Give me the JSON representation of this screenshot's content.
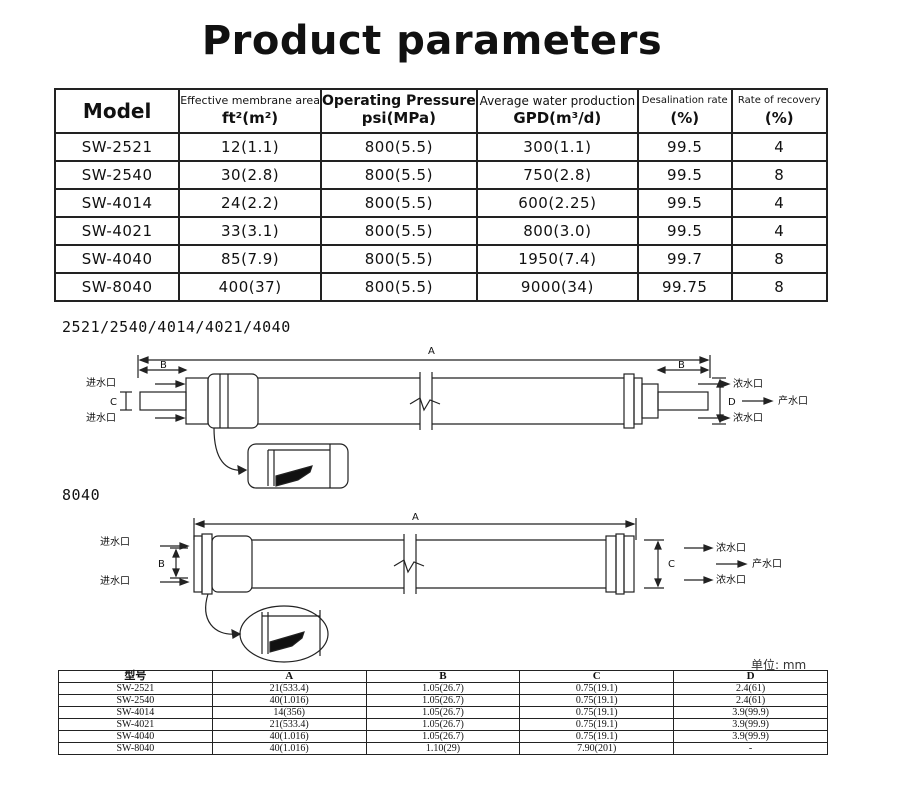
{
  "title": "Product parameters",
  "params_table": {
    "headers": {
      "model": "Model",
      "area_top": "Effective membrane area",
      "area_unit": "ft²(m²)",
      "pressure_top": "Operating Pressure",
      "pressure_unit": "psi(MPa)",
      "production_top": "Average water production",
      "production_unit": "GPD(m³/d)",
      "desal_top": "Desalination rate",
      "desal_unit": "(%)",
      "recovery_top": "Rate of recovery",
      "recovery_unit": "(%)"
    },
    "rows": [
      [
        "SW-2521",
        "12(1.1)",
        "800(5.5)",
        "300(1.1)",
        "99.5",
        "4"
      ],
      [
        "SW-2540",
        "30(2.8)",
        "800(5.5)",
        "750(2.8)",
        "99.5",
        "8"
      ],
      [
        "SW-4014",
        "24(2.2)",
        "800(5.5)",
        "600(2.25)",
        "99.5",
        "4"
      ],
      [
        "SW-4021",
        "33(3.1)",
        "800(5.5)",
        "800(3.0)",
        "99.5",
        "4"
      ],
      [
        "SW-4040",
        "85(7.9)",
        "800(5.5)",
        "1950(7.4)",
        "99.7",
        "8"
      ],
      [
        "SW-8040",
        "400(37)",
        "800(5.5)",
        "9000(34)",
        "99.75",
        "8"
      ]
    ]
  },
  "diagram1": {
    "label": "2521/2540/4014/4021/4040",
    "inlet_top": "进水口",
    "inlet_bottom": "进水口",
    "outlet_top": "浓水口",
    "outlet_bottom": "浓水口",
    "product": "产水口",
    "dim_a": "A",
    "dim_b_left": "B",
    "dim_b_right": "B",
    "dim_c": "C",
    "dim_d": "D"
  },
  "diagram2": {
    "label": "8040",
    "inlet_top": "进水口",
    "inlet_bottom": "进水口",
    "outlet_top": "浓水口",
    "outlet_bottom": "浓水口",
    "product": "产水口",
    "dim_a": "A",
    "dim_b": "B",
    "dim_c": "C"
  },
  "dims_table": {
    "unit": "单位: mm",
    "headers": [
      "型号",
      "A",
      "B",
      "C",
      "D"
    ],
    "rows": [
      [
        "SW-2521",
        "21(533.4)",
        "1.05(26.7)",
        "0.75(19.1)",
        "2.4(61)"
      ],
      [
        "SW-2540",
        "40(1.016)",
        "1.05(26.7)",
        "0.75(19.1)",
        "2.4(61)"
      ],
      [
        "SW-4014",
        "14(356)",
        "1.05(26.7)",
        "0.75(19.1)",
        "3.9(99.9)"
      ],
      [
        "SW-4021",
        "21(533.4)",
        "1.05(26.7)",
        "0.75(19.1)",
        "3.9(99.9)"
      ],
      [
        "SW-4040",
        "40(1.016)",
        "1.05(26.7)",
        "0.75(19.1)",
        "3.9(99.9)"
      ],
      [
        "SW-8040",
        "40(1.016)",
        "1.10(29)",
        "7.90(201)",
        "-"
      ]
    ]
  }
}
